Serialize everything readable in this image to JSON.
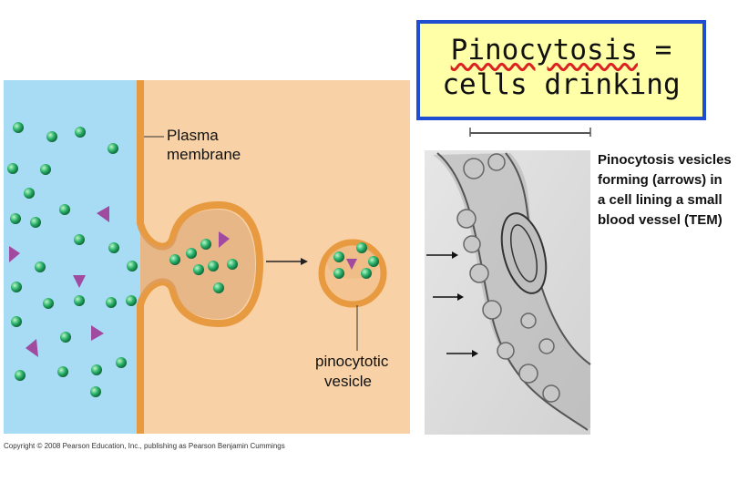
{
  "title": {
    "term": "Pinocytosis",
    "equals": " =",
    "definition": "cells drinking"
  },
  "labels": {
    "plasma_membrane_line1": "Plasma",
    "plasma_membrane_line2": "membrane",
    "vesicle_line1": "pinocytotic",
    "vesicle_line2": "vesicle",
    "tem_line1": "Pinocytosis vesicles",
    "tem_line2": "forming (arrows) in",
    "tem_line3": "a cell lining a small",
    "tem_line4": "blood vessel (TEM)"
  },
  "copyright": "Copyright © 2008 Pearson Education, Inc., publishing as Pearson Benjamin Cummings",
  "colors": {
    "extracellular": "#a8dcf4",
    "cytoplasm": "#f8d2a6",
    "membrane": "#e89a40",
    "molecule": "#2bb36c",
    "solute": "#a04aa0",
    "title_border": "#1f4fd0",
    "title_bg": "#ffffa8"
  }
}
